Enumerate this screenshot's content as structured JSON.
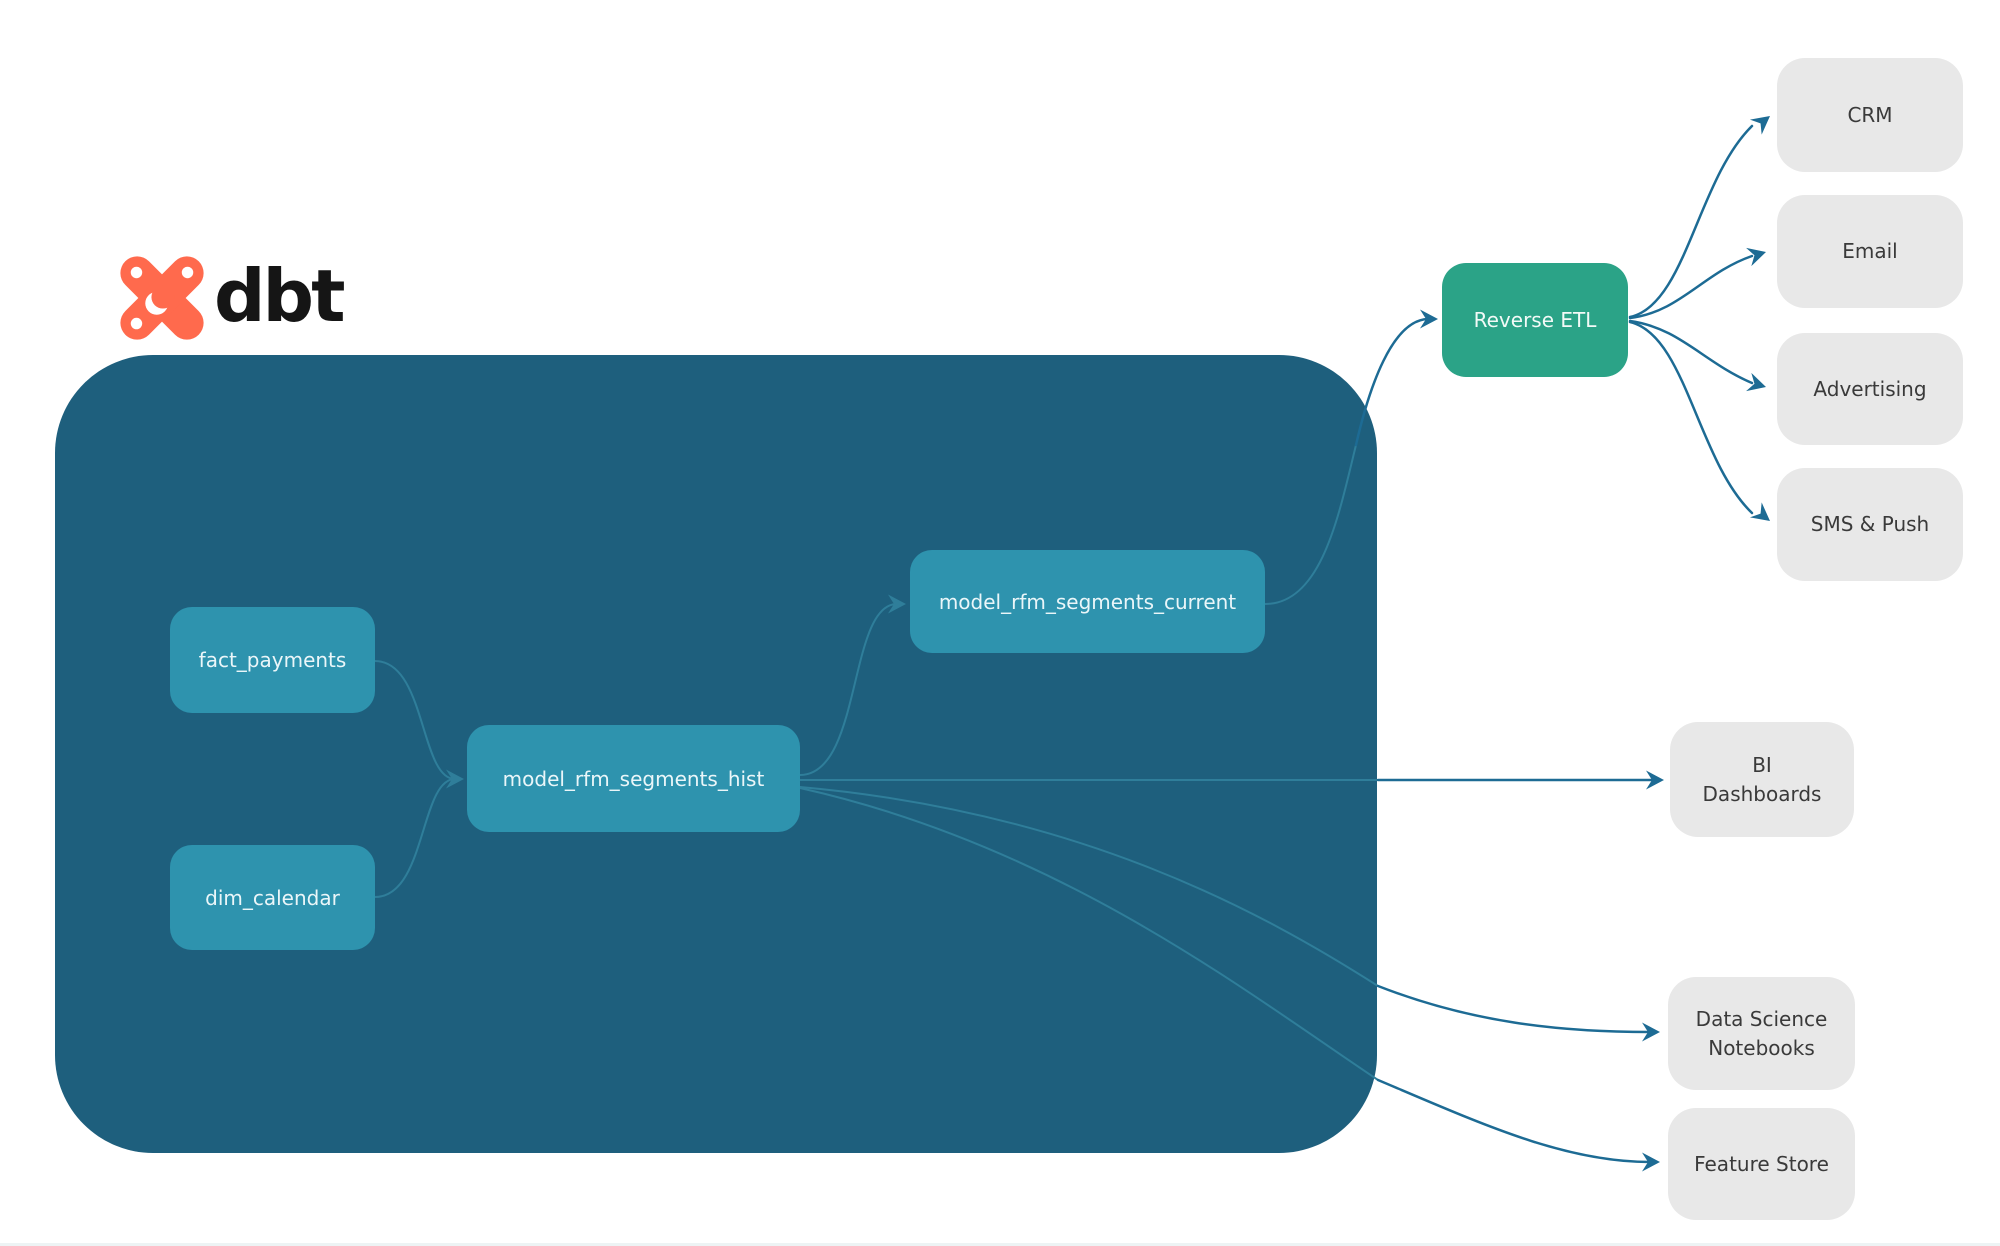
{
  "brand": {
    "logo_text": "dbt",
    "logo_icon": "dbt-star-icon",
    "logo_color": "#FF6A4D"
  },
  "nodes": {
    "fact_payments": {
      "label": "fact_payments"
    },
    "dim_calendar": {
      "label": "dim_calendar"
    },
    "model_rfm_segments_hist": {
      "label": "model_rfm_segments_hist"
    },
    "model_rfm_segments_current": {
      "label": "model_rfm_segments_current"
    },
    "reverse_etl": {
      "label": "Reverse ETL"
    },
    "crm": {
      "label": "CRM"
    },
    "email": {
      "label": "Email"
    },
    "advertising": {
      "label": "Advertising"
    },
    "sms_push": {
      "label": "SMS & Push"
    },
    "bi_dashboards": {
      "label": "BI Dashboards"
    },
    "data_science_notebooks": {
      "label": "Data Science Notebooks"
    },
    "feature_store": {
      "label": "Feature Store"
    }
  },
  "edges": [
    {
      "from": "fact_payments",
      "to": "model_rfm_segments_hist"
    },
    {
      "from": "dim_calendar",
      "to": "model_rfm_segments_hist"
    },
    {
      "from": "model_rfm_segments_hist",
      "to": "model_rfm_segments_current"
    },
    {
      "from": "model_rfm_segments_current",
      "to": "reverse_etl"
    },
    {
      "from": "reverse_etl",
      "to": "crm"
    },
    {
      "from": "reverse_etl",
      "to": "email"
    },
    {
      "from": "reverse_etl",
      "to": "advertising"
    },
    {
      "from": "reverse_etl",
      "to": "sms_push"
    },
    {
      "from": "model_rfm_segments_hist",
      "to": "bi_dashboards"
    },
    {
      "from": "model_rfm_segments_hist",
      "to": "data_science_notebooks"
    },
    {
      "from": "model_rfm_segments_hist",
      "to": "feature_store"
    }
  ],
  "colors": {
    "container_bg": "#1E5F7D",
    "model_node_bg": "#2E93AE",
    "reverse_etl_bg": "#2BA387",
    "destination_node_bg": "#E8E8E8",
    "edge_outer": "#1D6B94",
    "edge_inner": "#2F7E9A",
    "logo_orange": "#FF6A4D",
    "node_text_light": "#EAF6F9",
    "node_text_dark": "#3A3A3A"
  }
}
